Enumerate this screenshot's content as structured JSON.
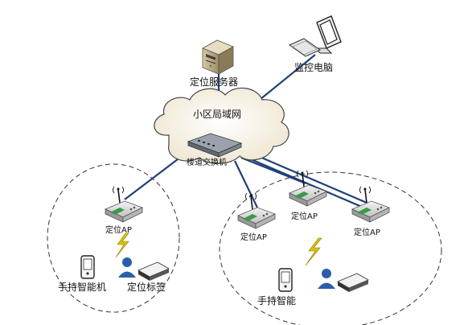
{
  "nodes": {
    "server": "定位服务器",
    "monitor": "监控电脑",
    "lan": "小区局域网",
    "switch": "楼道交换机",
    "ap_left": "定位AP",
    "ap_right_1": "定位AP",
    "ap_right_2": "定位AP",
    "ap_right_3": "定位AP",
    "handheld_left": "手持智能机",
    "tag_left": "定位标签",
    "handheld_right": "手持智能"
  },
  "colors": {
    "link": "#1f3f78",
    "cloud_fill": "#f7f1e3",
    "cloud_stroke": "#444444",
    "wireless": "#d8c200",
    "ap_body": "#e2e2e2",
    "ap_stripe": "#3a9a4a",
    "person": "#2b5ea8"
  },
  "icons": [
    "server-icon",
    "monitor-icon",
    "cloud-icon",
    "switch-icon",
    "access-point-icon",
    "wireless-signal-icon",
    "handheld-phone-icon",
    "person-icon",
    "tag-icon"
  ]
}
